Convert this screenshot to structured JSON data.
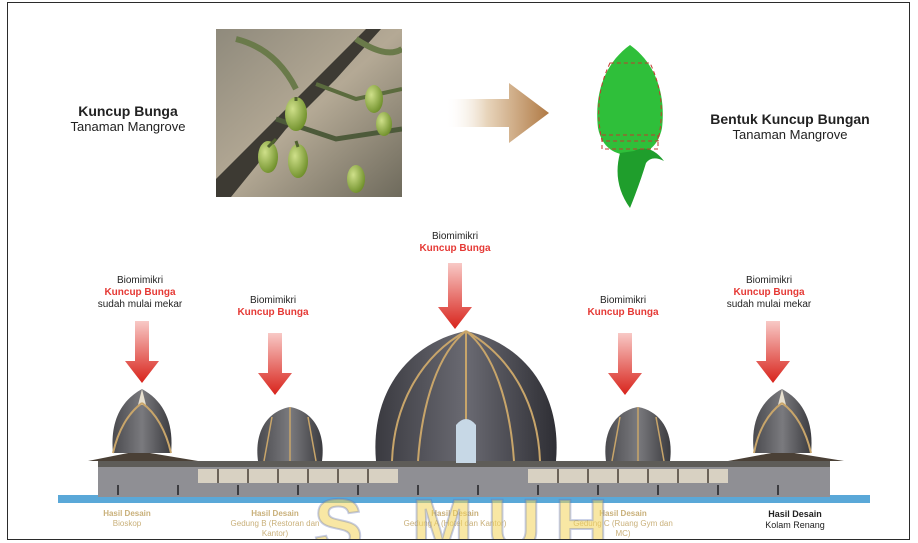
{
  "top": {
    "left_title": "Kuncup Bunga",
    "left_subtitle": "Tanaman Mangrove",
    "right_title": "Bentuk Kuncup Bungan",
    "right_subtitle": "Tanaman Mangrove"
  },
  "labels": [
    {
      "line1": "Biomimikri",
      "line2": "Kuncup Bunga",
      "line3": "sudah mulai mekar"
    },
    {
      "line1": "Biomimikri",
      "line2": "Kuncup Bunga",
      "line3": ""
    },
    {
      "line1": "Biomimikri",
      "line2": "Kuncup Bunga",
      "line3": ""
    },
    {
      "line1": "Biomimikri",
      "line2": "Kuncup Bunga",
      "line3": ""
    },
    {
      "line1": "Biomimikri",
      "line2": "Kuncup Bunga",
      "line3": "sudah mulai mekar"
    }
  ],
  "captions": [
    {
      "title": "Hasil Desain",
      "sub": "Bioskop"
    },
    {
      "title": "Hasil Desain",
      "sub": "Gedung B (Restoran dan Kantor)"
    },
    {
      "title": "Hasil Desain",
      "sub": "Gedung A (Hotel dan Kantor)"
    },
    {
      "title": "Hasil Desain",
      "sub": "Gedung C (Ruang Gym dan MC)"
    },
    {
      "title": "Hasil Desain",
      "sub": "Kolam Renang"
    }
  ],
  "watermark": "S MUH",
  "colors": {
    "accent_red": "#e53935",
    "bud_green": "#2fbf3a",
    "stem_green": "#1f9e2c",
    "water": "#5aa8d8",
    "arrow_brown": "#b48a5a"
  }
}
